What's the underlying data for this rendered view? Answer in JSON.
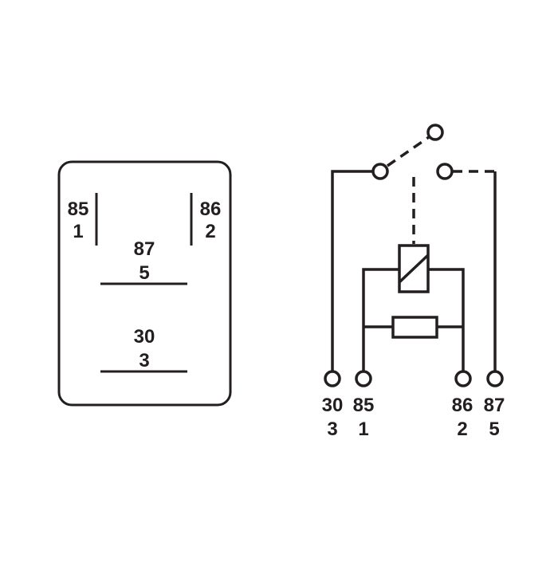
{
  "colors": {
    "ink": "#231f20",
    "background": "#ffffff"
  },
  "footprint": {
    "pin_85": {
      "number": "85",
      "index": "1"
    },
    "pin_86": {
      "number": "86",
      "index": "2"
    },
    "pin_87": {
      "number": "87",
      "index": "5"
    },
    "pin_30": {
      "number": "30",
      "index": "3"
    }
  },
  "schematic": {
    "terminals": [
      {
        "number": "30",
        "index": "3"
      },
      {
        "number": "85",
        "index": "1"
      },
      {
        "number": "86",
        "index": "2"
      },
      {
        "number": "87",
        "index": "5"
      }
    ]
  }
}
